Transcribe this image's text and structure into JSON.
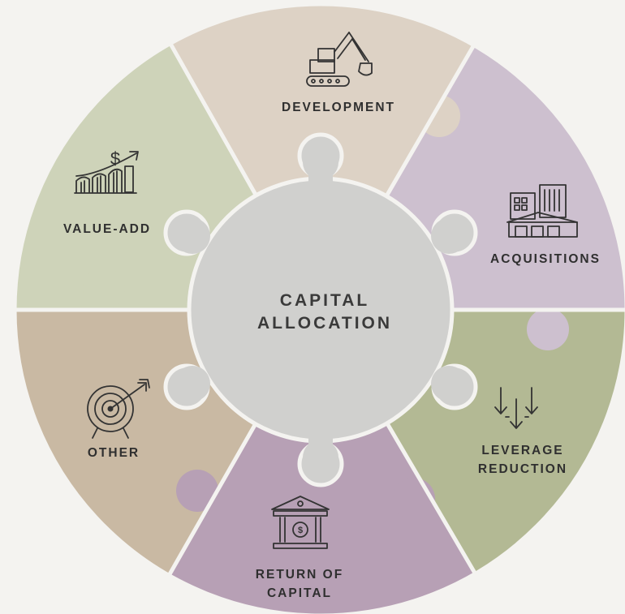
{
  "colors": {
    "background": "#f4f3f0",
    "development": "#ddd2c5",
    "acquisitions": "#cdc0cf",
    "leverage_reduction": "#b3b994",
    "return_of_capital": "#b7a0b5",
    "other": "#c9b9a3",
    "value_add": "#ced3b9",
    "center": "#d0d0ce",
    "divider": "#f4f3f0",
    "text": "#2f2f2f"
  },
  "center": {
    "line1": "CAPITAL",
    "line2": "ALLOCATION"
  },
  "segments": {
    "development": {
      "label": "DEVELOPMENT",
      "icon": "excavator-icon"
    },
    "acquisitions": {
      "label": "ACQUISITIONS",
      "icon": "buildings-icon"
    },
    "leverage_reduction": {
      "line1": "LEVERAGE",
      "line2": "REDUCTION",
      "icon": "down-arrows-icon"
    },
    "return_of_capital": {
      "line1": "RETURN OF",
      "line2": "CAPITAL",
      "icon": "bank-icon",
      "icon_text": "$"
    },
    "other": {
      "label": "OTHER",
      "icon": "target-icon"
    },
    "value_add": {
      "label": "VALUE-ADD",
      "icon": "growth-chart-icon",
      "icon_text": "$"
    }
  }
}
